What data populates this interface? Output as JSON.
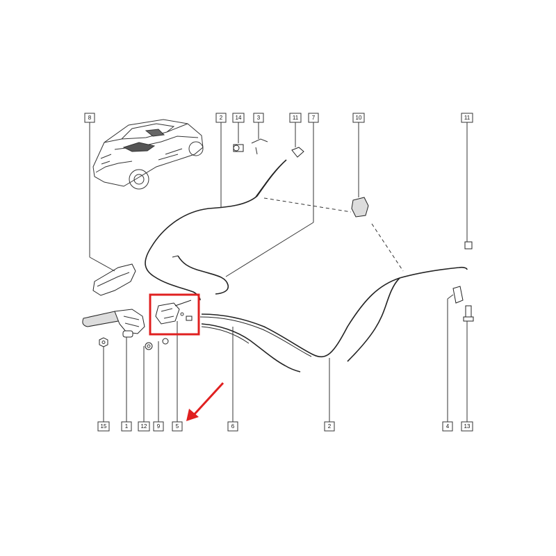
{
  "diagram": {
    "callouts": [
      {
        "id": "c8a",
        "label": "8"
      },
      {
        "id": "c2a",
        "label": "2"
      },
      {
        "id": "c14",
        "label": "14"
      },
      {
        "id": "c3",
        "label": "3"
      },
      {
        "id": "c11a",
        "label": "11"
      },
      {
        "id": "c7",
        "label": "7"
      },
      {
        "id": "c10",
        "label": "10"
      },
      {
        "id": "c11b",
        "label": "11"
      },
      {
        "id": "c15",
        "label": "15"
      },
      {
        "id": "c1",
        "label": "1"
      },
      {
        "id": "c12",
        "label": "12"
      },
      {
        "id": "c9",
        "label": "9"
      },
      {
        "id": "c5",
        "label": "5"
      },
      {
        "id": "c6",
        "label": "6"
      },
      {
        "id": "c2b",
        "label": "2"
      },
      {
        "id": "c4",
        "label": "4"
      },
      {
        "id": "c13",
        "label": "13"
      }
    ],
    "highlight": {
      "color": "#e02020"
    },
    "arrow": {
      "color": "#e02020"
    }
  }
}
